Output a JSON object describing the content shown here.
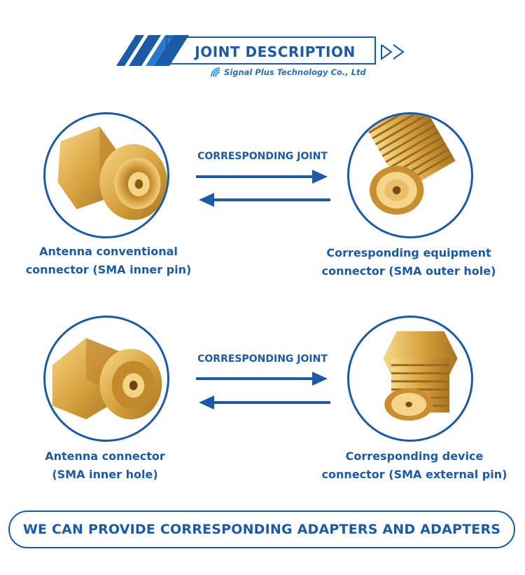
{
  "header": {
    "title": "JOINT DESCRIPTION",
    "company": "Signal Plus Technology Co., Ltd"
  },
  "pairs": [
    {
      "joint_label": "CORRESPONDING JOINT",
      "left": {
        "line1": "Antenna conventional",
        "line2": "connector (SMA inner pin)"
      },
      "right": {
        "line1": "Corresponding equipment",
        "line2": "connector (SMA outer hole)"
      }
    },
    {
      "joint_label": "CORRESPONDING JOINT",
      "left": {
        "line1": "Antenna connector",
        "line2": "(SMA inner hole)"
      },
      "right": {
        "line1": "Corresponding device",
        "line2": "connector (SMA external pin)"
      }
    }
  ],
  "footer": {
    "text": "WE CAN PROVIDE CORRESPONDING ADAPTERS AND ADAPTERS"
  },
  "colors": {
    "accent": "#1a5aa6",
    "gold": "#d9a441"
  },
  "icons": [
    "wifi-signal-icon",
    "double-chevron-right-icon",
    "arrow-right-icon",
    "arrow-left-icon"
  ]
}
